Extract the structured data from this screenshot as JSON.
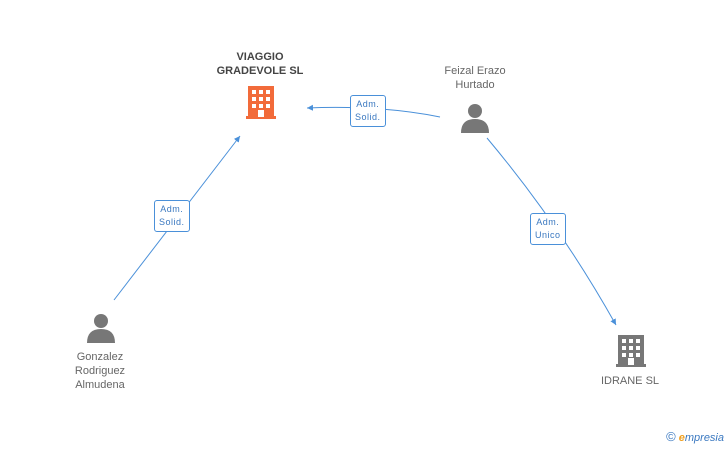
{
  "nodes": {
    "viaggio": {
      "line1": "VIAGGIO",
      "line2": "GRADEVOLE SL",
      "color": "#f26b3a"
    },
    "feizal": {
      "line1": "Feizal Erazo",
      "line2": "Hurtado"
    },
    "gonzalez": {
      "line1": "Gonzalez",
      "line2": "Rodriguez",
      "line3": "Almudena"
    },
    "idrane": {
      "line1": "IDRANE SL"
    }
  },
  "edges": {
    "feizal_viaggio": {
      "line1": "Adm.",
      "line2": "Solid."
    },
    "gonzalez_viaggio": {
      "line1": "Adm.",
      "line2": "Solid."
    },
    "feizal_idrane": {
      "line1": "Adm.",
      "line2": "Unico"
    }
  },
  "colors": {
    "edge": "#4a90d9",
    "person": "#777777",
    "company": "#777777",
    "highlight": "#f26b3a"
  },
  "footer": {
    "copyright": "©",
    "brand_e": "e",
    "brand_rest": "mpresia"
  }
}
